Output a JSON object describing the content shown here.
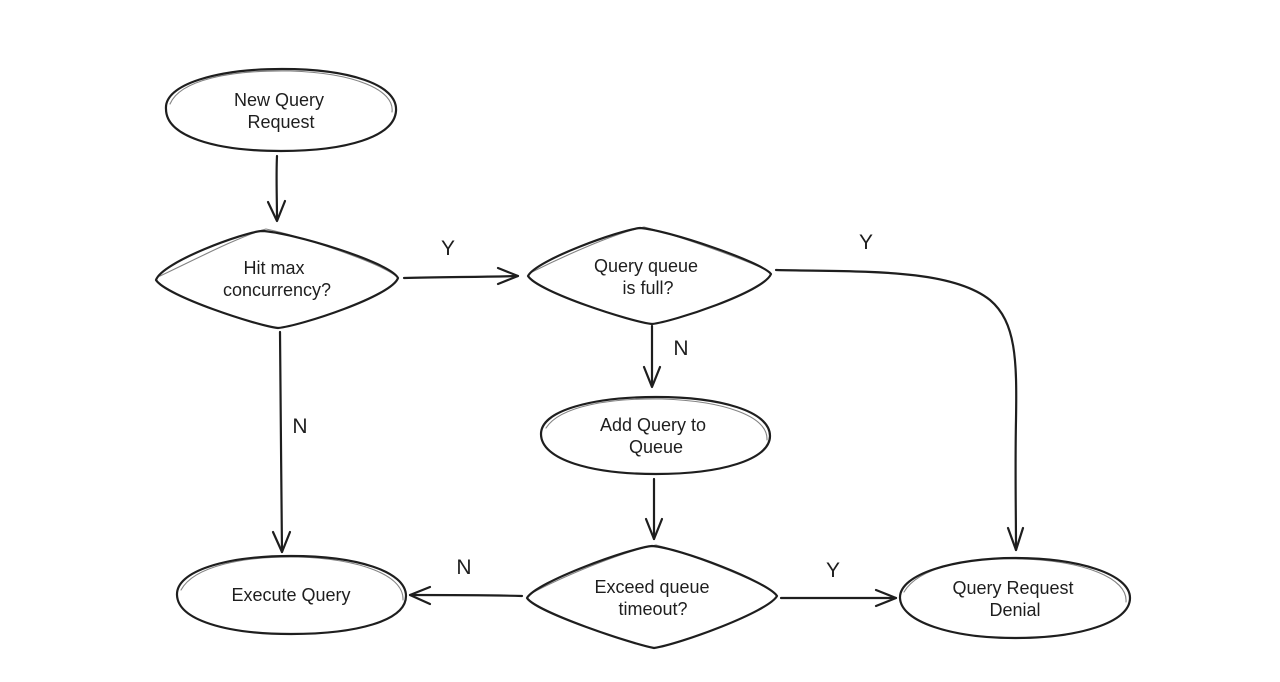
{
  "nodes": {
    "new_query": {
      "lines": [
        "New Query",
        "Request"
      ]
    },
    "hit_max": {
      "lines": [
        "Hit max",
        "concurrency?"
      ]
    },
    "queue_full": {
      "lines": [
        "Query queue",
        "is full?"
      ]
    },
    "add_queue": {
      "lines": [
        "Add Query to",
        "Queue"
      ]
    },
    "exceed": {
      "lines": [
        "Exceed queue",
        "timeout?"
      ]
    },
    "execute": {
      "lines": [
        "Execute Query"
      ]
    },
    "denial": {
      "lines": [
        "Query Request",
        "Denial"
      ]
    }
  },
  "edges": {
    "hit_max_yes": "Y",
    "hit_max_no": "N",
    "queue_full_yes": "Y",
    "queue_full_no": "N",
    "exceed_no": "N",
    "exceed_yes": "Y"
  },
  "colors": {
    "stroke": "#1e1e1e",
    "background": "#ffffff"
  }
}
